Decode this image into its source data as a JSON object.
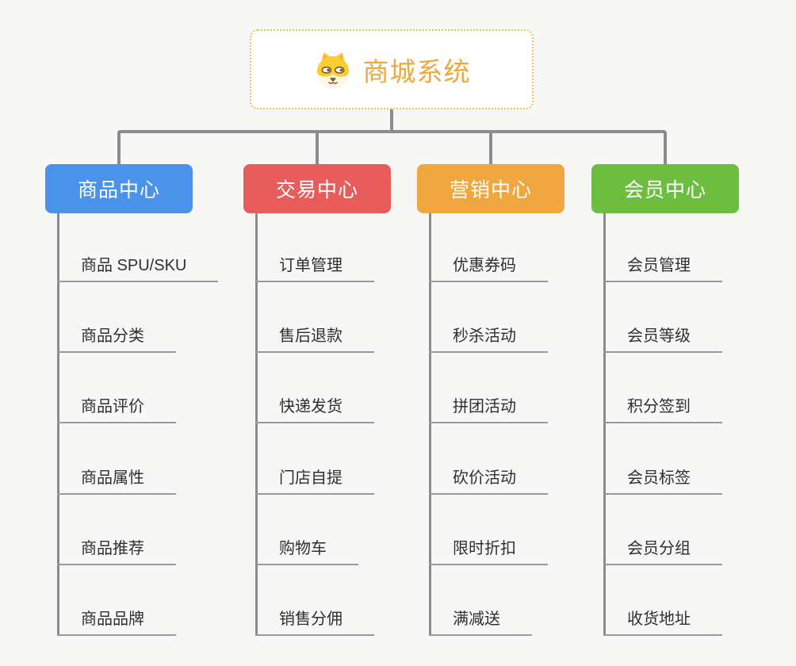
{
  "root": {
    "title": "商城系统",
    "icon": "shiba-dog-icon",
    "title_color": "#f0a73c",
    "border_color": "#f6be4f"
  },
  "connector_color": "#8c8c8c",
  "branches": [
    {
      "label": "商品中心",
      "color": "#4b92ea",
      "items": [
        "商品 SPU/SKU",
        "商品分类",
        "商品评价",
        "商品属性",
        "商品推荐",
        "商品品牌"
      ]
    },
    {
      "label": "交易中心",
      "color": "#e85c5c",
      "items": [
        "订单管理",
        "售后退款",
        "快递发货",
        "门店自提",
        "购物车",
        "销售分佣"
      ]
    },
    {
      "label": "营销中心",
      "color": "#f0a73f",
      "items": [
        "优惠券码",
        "秒杀活动",
        "拼团活动",
        "砍价活动",
        "限时折扣",
        "满减送"
      ]
    },
    {
      "label": "会员中心",
      "color": "#6dbe40",
      "items": [
        "会员管理",
        "会员等级",
        "积分签到",
        "会员标签",
        "会员分组",
        "收货地址"
      ]
    }
  ]
}
